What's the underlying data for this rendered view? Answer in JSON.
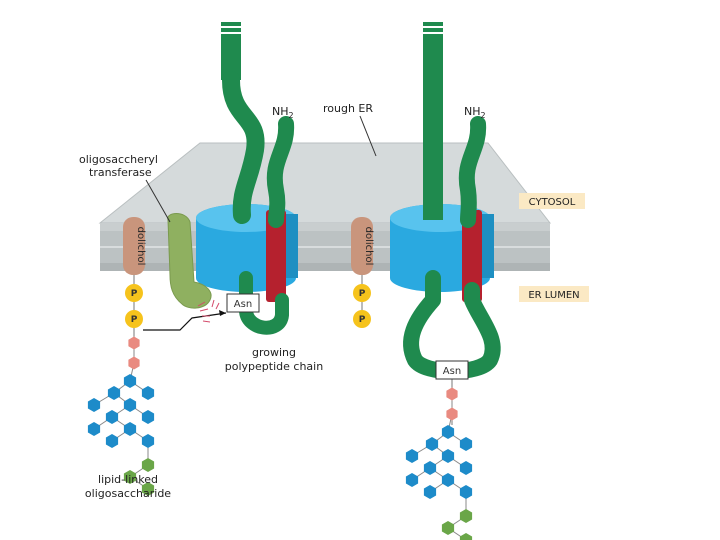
{
  "labels": {
    "rough_er": "rough ER",
    "nh2_left": "NH",
    "nh2_right": "NH",
    "nh2_sub": "2",
    "transferase_line1": "oligosaccheryl",
    "transferase_line2": "transferase",
    "dolichol_left": "dolichol",
    "dolichol_right": "dolichol",
    "cytosol": "CYTOSOL",
    "er_lumen": "ER LUMEN",
    "asn_left": "Asn",
    "asn_right": "Asn",
    "growing_line1": "growing",
    "growing_line2": "polypeptide chain",
    "lipid_line1": "lipid-linked",
    "lipid_line2": "oligosaccharide",
    "phosphate": "P"
  },
  "colors": {
    "membrane_gray": "#bfc5c6",
    "membrane_top": "#d9dedf",
    "peptide_green": "#1f8a4e",
    "translocon_blue": "#2aa9e0",
    "channel_red": "#b5212e",
    "dolichol_brown": "#c9957c",
    "transferase_green": "#8fb060",
    "phosphate_yellow": "#f6c31c",
    "sugar_pink": "#e98a80",
    "sugar_blue": "#1d8bc9",
    "sugar_green": "#6aa648",
    "label_box": "#fbe9c4"
  }
}
